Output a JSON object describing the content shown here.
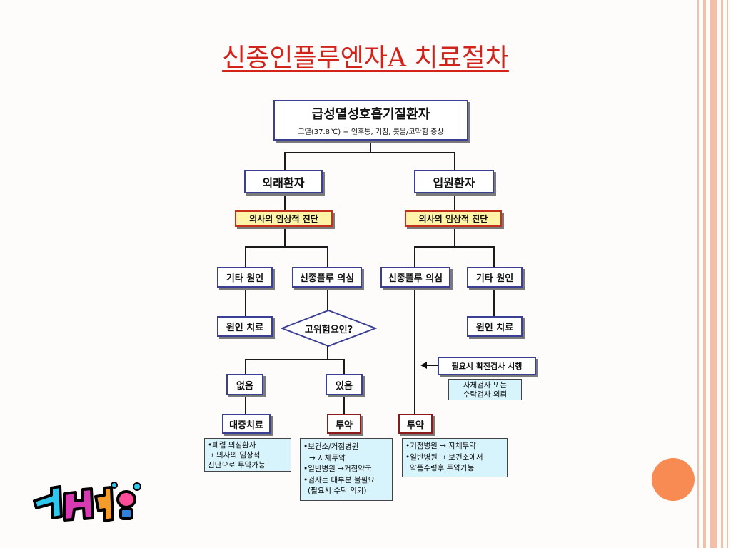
{
  "title": "신종인플루엔자A 치료절차",
  "flow": {
    "top": {
      "main": "급성열성호흡기질환자",
      "sub": "고열(37.8℃) + 인후통, 기침, 콧물/코막힘 증상"
    },
    "outpatient": "외래환자",
    "inpatient": "입원환자",
    "diagnosis_left": "의사의 임상적 진단",
    "diagnosis_right": "의사의 임상적 진단",
    "other_cause_left": "기타 원인",
    "flu_suspect_left": "신종플루 의심",
    "flu_suspect_right": "신종플루 의심",
    "other_cause_right": "기타 원인",
    "cause_treat_left": "원인 치료",
    "cause_treat_right": "원인 치료",
    "high_risk": "고위험요인?",
    "none": "없음",
    "present": "있음",
    "symptomatic": "대증치료",
    "medication_left": "투약",
    "medication_right": "투약",
    "confirm_test": "필요시 확진검사 시행",
    "confirm_note": [
      "자체검사 또는",
      "수탁검사 의뢰"
    ],
    "note_symptomatic": [
      "•폐렴 의심환자",
      "→ 의사의 임상적",
      "진단으로 투약가능"
    ],
    "note_medication_left": [
      "•보건소/거점병원",
      "  → 자체투약",
      "•일반병원 →거점약국",
      "•검사는 대부분 불필요",
      " (필요시 수탁 의뢰)"
    ],
    "note_medication_right": [
      "•거점병원 → 자체투약",
      "•일반병원 → 보건소에서",
      " 약품수령후 투약가능"
    ]
  },
  "logo_text": "깨비",
  "colors": {
    "title": "#d2231b",
    "box_border": "#3b3f93",
    "note_bg": "#d7f3fb",
    "highlight_bg": "#fff3a8",
    "accent_circle": "#f88a53"
  }
}
